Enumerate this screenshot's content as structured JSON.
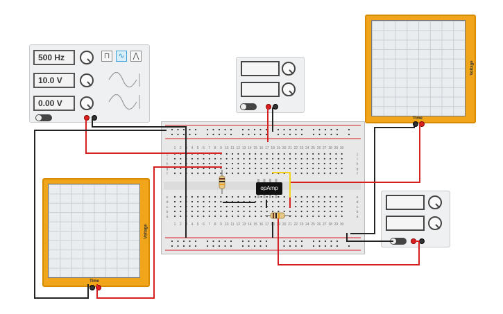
{
  "function_generator": {
    "frequency": "500 Hz",
    "amplitude": "10.0 V",
    "dc_offset": "0.00 V",
    "waveforms": [
      "square-wave-icon",
      "sine-wave-icon",
      "triangle-wave-icon"
    ],
    "selected_waveform": "sine-wave-icon"
  },
  "chip": {
    "label": "opAmp"
  },
  "oscilloscope_top": {
    "y_label": "Voltage",
    "x_label": "Time"
  },
  "oscilloscope_left": {
    "y_label": "Voltage",
    "x_label": "Time"
  },
  "breadboard": {
    "column_numbers": [
      "1",
      "2",
      "3",
      "4",
      "5",
      "6",
      "7",
      "8",
      "9",
      "10",
      "11",
      "12",
      "13",
      "14",
      "15",
      "16",
      "17",
      "18",
      "19",
      "20",
      "21",
      "22",
      "23",
      "24",
      "25",
      "26",
      "27",
      "28",
      "29",
      "30"
    ],
    "rows_top": [
      "j",
      "i",
      "h",
      "g",
      "f"
    ],
    "rows_bottom": [
      "e",
      "d",
      "c",
      "b",
      "a"
    ]
  },
  "colors": {
    "wire_red": "#d42020",
    "wire_black": "#222222",
    "wire_yellow": "#f2d21b",
    "oscilloscope_frame": "#f0a51a",
    "breadboard": "#e8e8e8"
  }
}
